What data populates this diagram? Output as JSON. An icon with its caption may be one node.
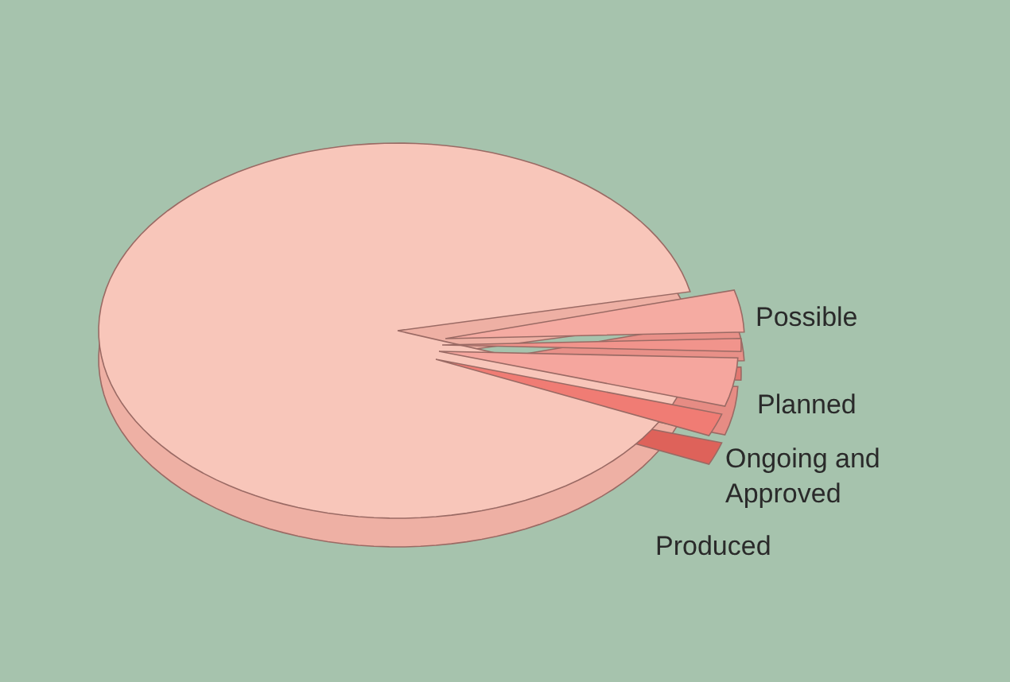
{
  "diagram": {
    "labels": [
      "Possible",
      "Planned",
      "Ongoing and Approved",
      "Produced"
    ]
  }
}
